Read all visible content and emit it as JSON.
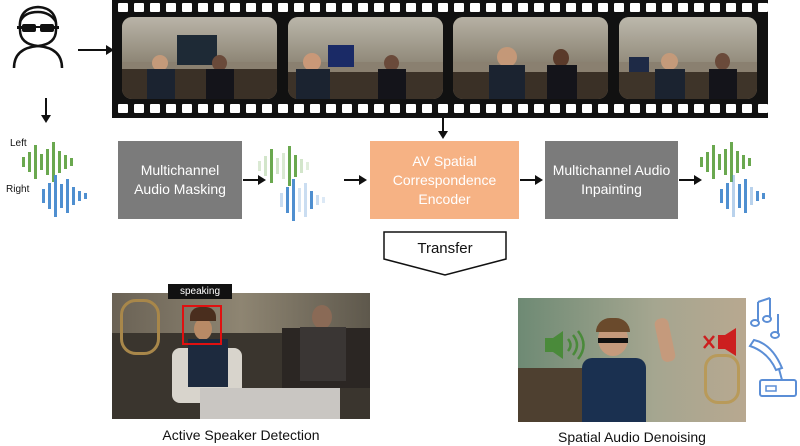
{
  "pipeline": {
    "wave_left_label": "Left",
    "wave_right_label": "Right",
    "masking_label": "Multichannel Audio Masking",
    "encoder_label": "AV Spatial Correspondence Encoder",
    "inpainting_label": "Multichannel Audio Inpainting",
    "transfer_label": "Transfer"
  },
  "tasks": {
    "asd_caption": "Active Speaker Detection",
    "asd_badge": "speaking",
    "denoise_caption": "Spatial Audio Denoising"
  },
  "colors": {
    "box_gray": "#7b7b7b",
    "encoder_orange": "#f6b284",
    "wave_green": "#6aa84f",
    "wave_blue": "#4f8fd0",
    "speaker_green": "#4a8a3a",
    "speaker_red": "#cc1f1f",
    "music_blue": "#5b8ed6",
    "highlight_red": "#e01010"
  },
  "icons": [
    "person-with-glasses-icon",
    "speaker-on-icon",
    "speaker-muted-icon",
    "music-notes-icon",
    "gramophone-icon"
  ]
}
